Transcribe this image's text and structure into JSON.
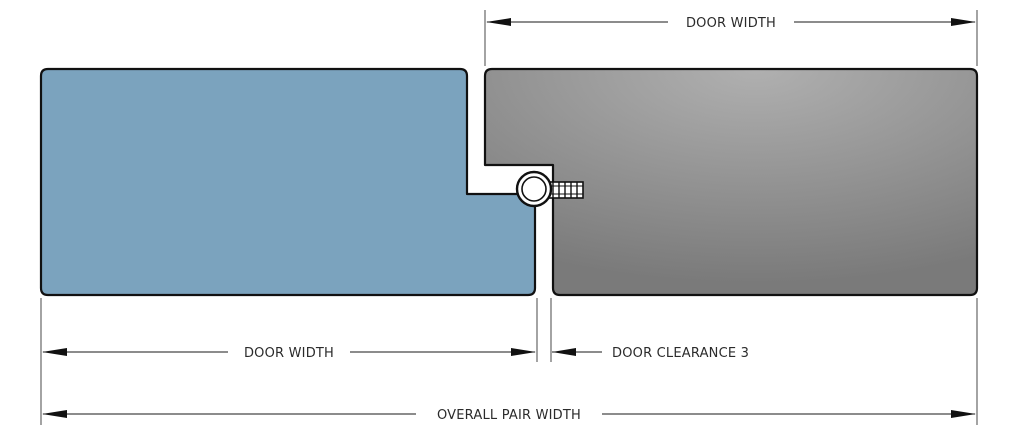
{
  "diagram": {
    "labels": {
      "top_door_width": "DOOR WIDTH",
      "bottom_door_width": "DOOR WIDTH",
      "door_clearance": "DOOR CLEARANCE 3",
      "overall_pair_width": "OVERALL PAIR WIDTH"
    },
    "colors": {
      "left_leaf": "#7ba3be",
      "right_leaf_light": "#b0b0b0",
      "right_leaf_dark": "#7a7a7a",
      "outline": "#111111"
    }
  }
}
